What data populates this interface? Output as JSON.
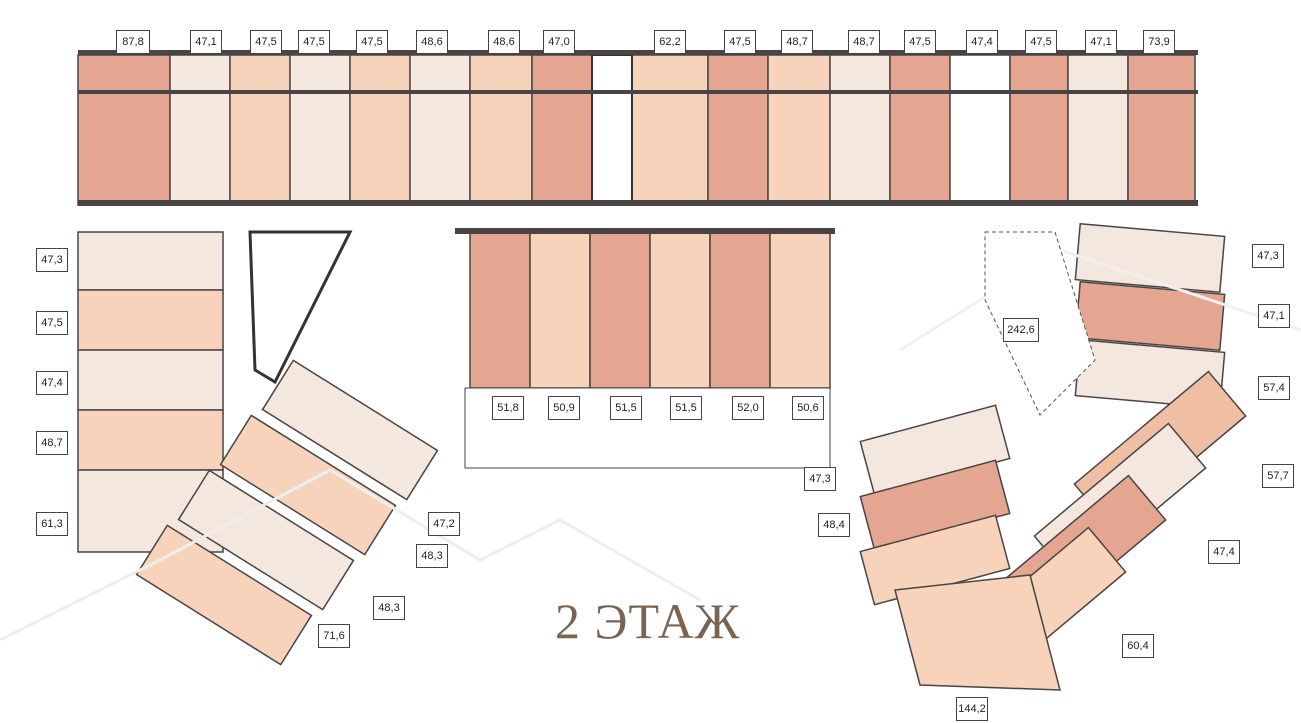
{
  "title": "2 ЭТАЖ",
  "colors": {
    "dark": "#e4a690",
    "peach": "#f6d3ba",
    "light": "#f4e7de",
    "mid": "#efbea3",
    "wall": "#4a4444",
    "white": "#ffffff"
  },
  "top_row": [
    "87,8",
    "47,1",
    "47,5",
    "47,5",
    "47,5",
    "48,6",
    "48,6",
    "47,0",
    "62,2",
    "47,5",
    "48,7",
    "48,7",
    "47,5",
    "47,4",
    "47,5",
    "47,1",
    "73,9"
  ],
  "middle_block": [
    "51,8",
    "50,9",
    "51,5",
    "51,5",
    "52,0",
    "50,6"
  ],
  "left_wing": [
    "47,3",
    "47,5",
    "47,4",
    "48,7",
    "61,3"
  ],
  "left_diagonal": [
    "47,2",
    "48,3",
    "48,3",
    "71,6"
  ],
  "right_wing": [
    "47,3",
    "47,1",
    "57,4",
    "57,7",
    "47,4",
    "60,4",
    "144,2",
    "48,4",
    "47,3"
  ],
  "courtyard_right": "242,6"
}
